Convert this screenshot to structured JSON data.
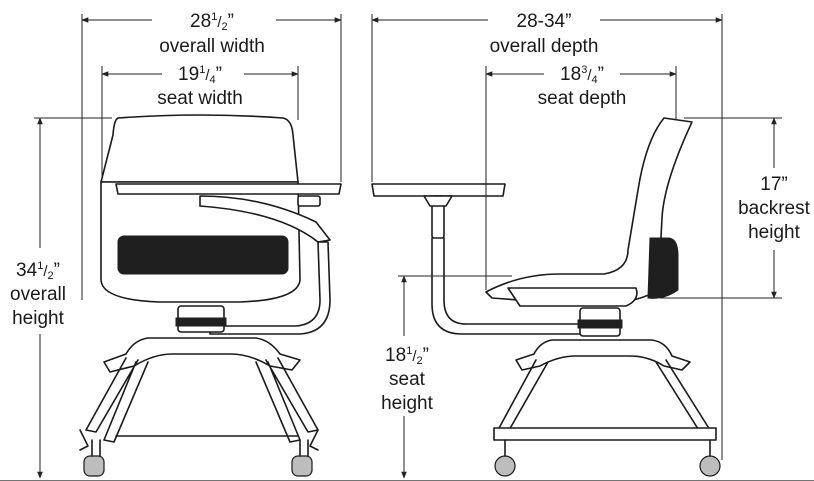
{
  "dimensions": {
    "overall_width": {
      "value": "28",
      "frac_num": "1",
      "frac_den": "2",
      "inch": "”",
      "label": "overall width"
    },
    "seat_width": {
      "value": "19",
      "frac_num": "1",
      "frac_den": "4",
      "inch": "”",
      "label": "seat width"
    },
    "overall_depth": {
      "value": "28-34”",
      "label": "overall depth"
    },
    "seat_depth": {
      "value": "18",
      "frac_num": "3",
      "frac_den": "4",
      "inch": "”",
      "label": "seat depth"
    },
    "overall_height": {
      "value": "34",
      "frac_num": "1",
      "frac_den": "2",
      "inch": "”",
      "label_line1": "overall",
      "label_line2": "height"
    },
    "seat_height": {
      "value": "18",
      "frac_num": "1",
      "frac_den": "2",
      "inch": "”",
      "label_line1": "seat",
      "label_line2": "height"
    },
    "backrest_height": {
      "value": "17”",
      "label_line1": "backrest",
      "label_line2": "height"
    }
  }
}
